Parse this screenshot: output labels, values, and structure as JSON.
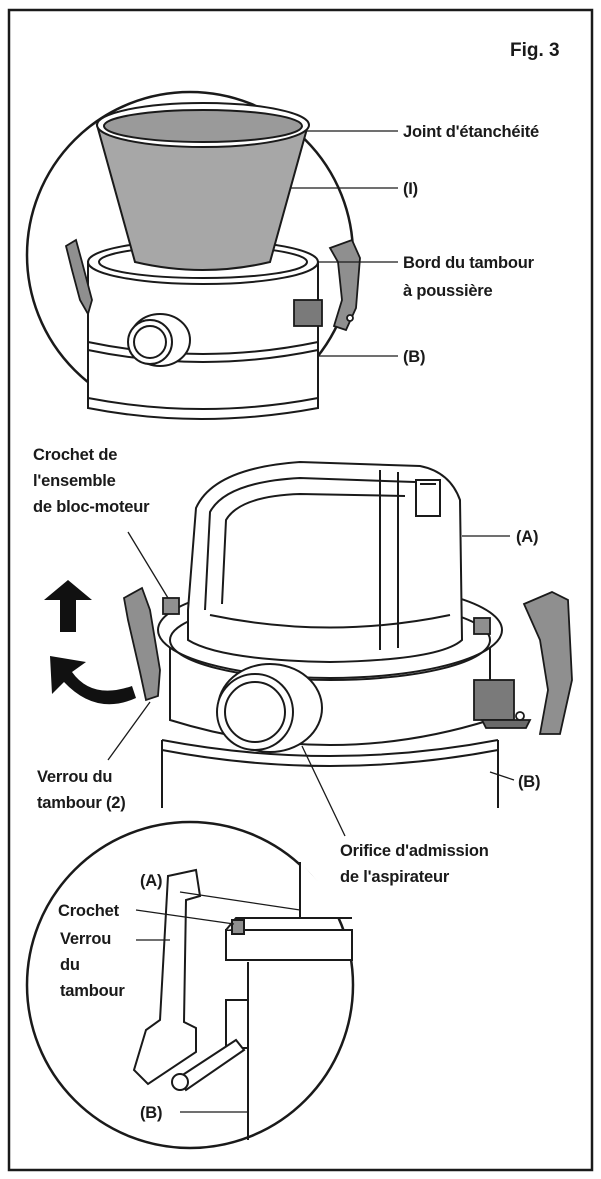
{
  "figure_label": "Fig. 3",
  "top_inset": {
    "seal": "Joint d'étanchéité",
    "filter": "(I)",
    "rim_line1": "Bord du tambour",
    "rim_line2": "à poussière",
    "drum": "(B)"
  },
  "main": {
    "hook_line1": "Crochet de",
    "hook_line2": "l'ensemble",
    "hook_line3": "de bloc-moteur",
    "powerhead": "(A)",
    "latch_line1": "Verrou du",
    "latch_line2": "tambour (2)",
    "drum": "(B)",
    "inlet_line1": "Orifice d'admission",
    "inlet_line2": "de l'aspirateur"
  },
  "bottom_inset": {
    "powerhead": "(A)",
    "hook": "Crochet",
    "latch_line1": "Verrou",
    "latch_line2": "du",
    "latch_line3": "tambour",
    "drum": "(B)"
  },
  "colors": {
    "line": "#1a1a1a",
    "filter_fill": "#a7a7a7",
    "latch_fill": "#8f8f8f",
    "arrow_fill": "#111111"
  },
  "icons": [
    "lift-up-arrow-icon",
    "curved-rotate-arrow-icon"
  ]
}
